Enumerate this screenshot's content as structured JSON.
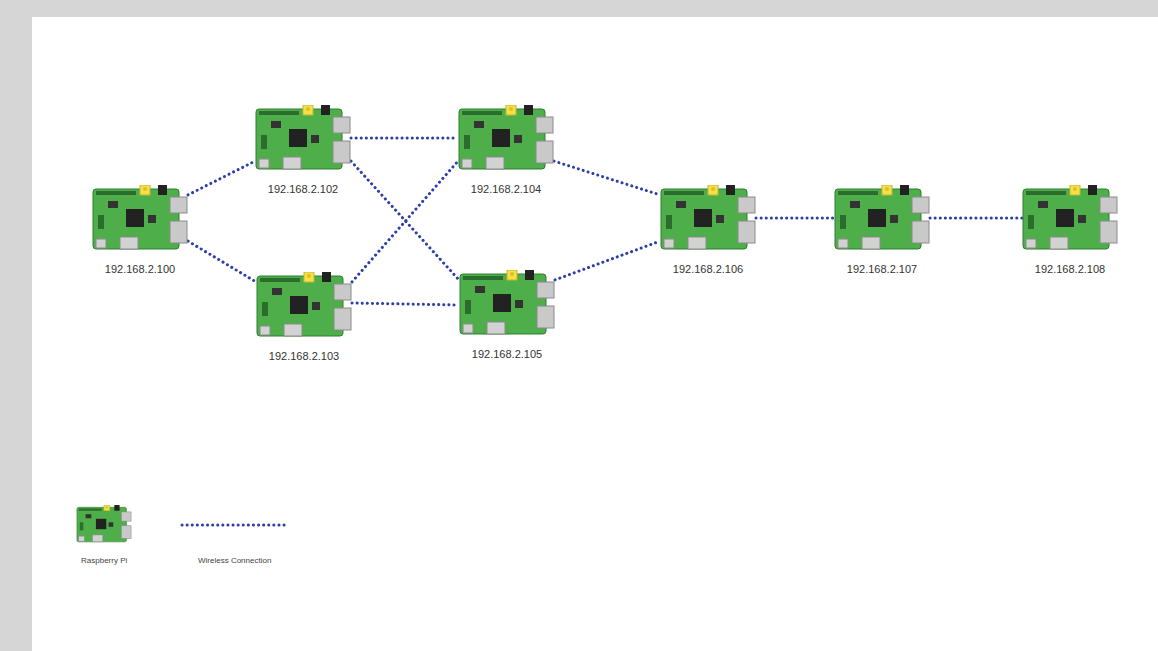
{
  "diagram": {
    "nodes": [
      {
        "text": [
          "192.168.2.100"
        ]
      },
      {
        "text": [
          "192.168.2.102"
        ]
      },
      {
        "text": [
          "192.168.2.104"
        ]
      },
      {
        "text": [
          "192.168.2.103"
        ]
      },
      {
        "text": [
          "192.168.2.105"
        ]
      },
      {
        "text": [
          "192.168.2.106"
        ]
      },
      {
        "text": [
          "192.168.2.107"
        ]
      },
      {
        "text": [
          "192.168.2.108"
        ]
      }
    ],
    "edges": [
      {
        "from": 0,
        "to": 1,
        "arrow": "none"
      },
      {
        "from": 0,
        "to": 3,
        "arrow": "none"
      },
      {
        "from": 1,
        "to": 2,
        "arrow": "none"
      },
      {
        "from": 1,
        "to": 4,
        "arrow": "none"
      },
      {
        "from": 3,
        "to": 2,
        "arrow": "none"
      },
      {
        "from": 3,
        "to": 4,
        "arrow": "none"
      },
      {
        "from": 2,
        "to": 5,
        "arrow": "none"
      },
      {
        "from": 4,
        "to": 5,
        "arrow": "none"
      },
      {
        "from": 5,
        "to": 6,
        "arrow": "none"
      },
      {
        "from": 6,
        "to": 7,
        "arrow": "none"
      }
    ],
    "legend": [
      {
        "text": "Raspberry Pi"
      },
      {
        "text": "Wireless Connection"
      }
    ]
  }
}
